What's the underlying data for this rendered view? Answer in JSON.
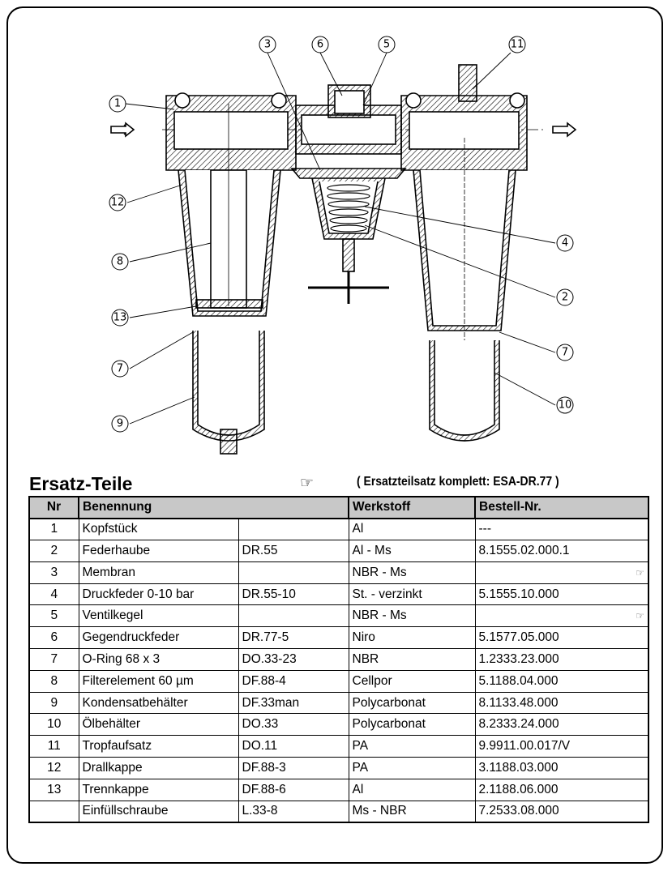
{
  "callouts": [
    "1",
    "3",
    "6",
    "5",
    "11",
    "12",
    "8",
    "13",
    "7",
    "9",
    "4",
    "2",
    "7",
    "10"
  ],
  "arrows": {
    "in": "⇨",
    "out": "⇨"
  },
  "heading": "Ersatz-Teile",
  "kit_note": "( Ersatzteilsatz komplett: ESA-DR.77 )",
  "hand_icon": "pointing-hand-icon",
  "hand_glyph": "☞",
  "table": {
    "headers": [
      "Nr",
      "Benennung",
      "Werkstoff",
      "Bestell-Nr."
    ],
    "rows": [
      {
        "nr": "1",
        "name": "Kopfstück",
        "code": "",
        "material": "Al",
        "order": "---",
        "hand": ""
      },
      {
        "nr": "2",
        "name": "Federhaube",
        "code": "DR.55",
        "material": "Al - Ms",
        "order": "8.1555.02.000.1",
        "hand": ""
      },
      {
        "nr": "3",
        "name": "Membran",
        "code": "",
        "material": "NBR - Ms",
        "order": "",
        "hand": "☞"
      },
      {
        "nr": "4",
        "name": "Druckfeder 0-10 bar",
        "code": "DR.55-10",
        "material": "St. - verzinkt",
        "order": "5.1555.10.000",
        "hand": ""
      },
      {
        "nr": "5",
        "name": "Ventilkegel",
        "code": "",
        "material": "NBR - Ms",
        "order": "",
        "hand": "☞"
      },
      {
        "nr": "6",
        "name": "Gegendruckfeder",
        "code": "DR.77-5",
        "material": "Niro",
        "order": "5.1577.05.000",
        "hand": ""
      },
      {
        "nr": "7",
        "name": "O-Ring 68 x 3",
        "code": "DO.33-23",
        "material": "NBR",
        "order": "1.2333.23.000",
        "hand": ""
      },
      {
        "nr": "8",
        "name": "Filterelement 60 µm",
        "code": "DF.88-4",
        "material": "Cellpor",
        "order": "5.1188.04.000",
        "hand": ""
      },
      {
        "nr": "9",
        "name": "Kondensatbehälter",
        "code": "DF.33man",
        "material": "Polycarbonat",
        "order": "8.1133.48.000",
        "hand": ""
      },
      {
        "nr": "10",
        "name": "Ölbehälter",
        "code": "DO.33",
        "material": "Polycarbonat",
        "order": "8.2333.24.000",
        "hand": ""
      },
      {
        "nr": "11",
        "name": "Tropfaufsatz",
        "code": "DO.11",
        "material": "PA",
        "order": "9.9911.00.017/V",
        "hand": ""
      },
      {
        "nr": "12",
        "name": "Drallkappe",
        "code": "DF.88-3",
        "material": "PA",
        "order": "3.1188.03.000",
        "hand": ""
      },
      {
        "nr": "13",
        "name": "Trennkappe",
        "code": "DF.88-6",
        "material": "Al",
        "order": "2.1188.06.000",
        "hand": ""
      },
      {
        "nr": "",
        "name": "Einfüllschraube",
        "code": "L.33-8",
        "material": "Ms - NBR",
        "order": "7.2533.08.000",
        "hand": ""
      }
    ]
  }
}
